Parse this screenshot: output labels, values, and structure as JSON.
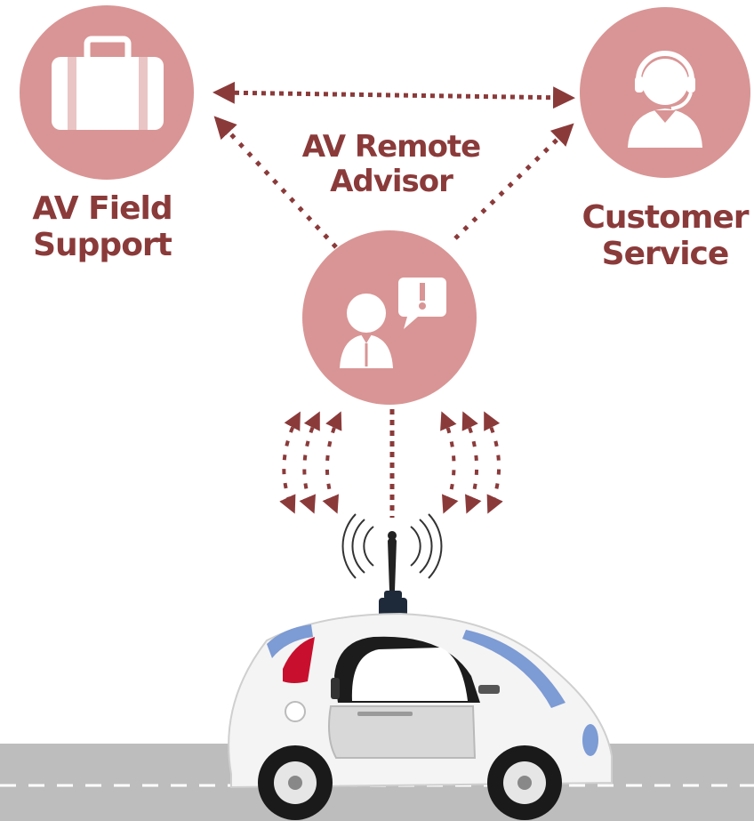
{
  "nodes": {
    "field_support": {
      "line1": "AV Field",
      "line2": "Support",
      "icon": "briefcase-icon"
    },
    "customer_service": {
      "line1": "Customer",
      "line2": "Service",
      "icon": "headset-agent-icon"
    },
    "remote_advisor": {
      "line1": "AV Remote",
      "line2": "Advisor",
      "icon": "advisor-alert-icon"
    }
  },
  "vehicle": {
    "icon": "autonomous-car-icon",
    "antenna": "signal-antenna-icon"
  },
  "colors": {
    "node_fill": "#d99595",
    "arrow": "#8b3a3a",
    "label": "#8b3a3a",
    "road": "#bdbdbd",
    "road_marking": "#ffffff"
  }
}
